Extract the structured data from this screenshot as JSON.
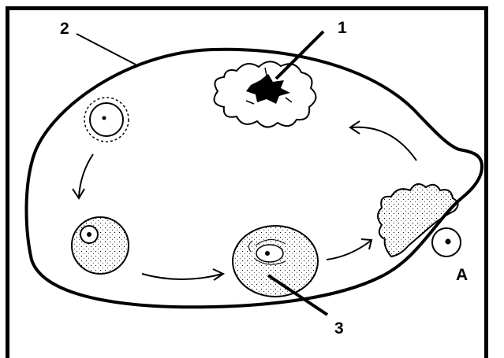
{
  "labels": {
    "one": "1",
    "two": "2",
    "three": "3",
    "a": "A"
  },
  "colors": {
    "ink": "#000000",
    "background": "#ffffff"
  }
}
